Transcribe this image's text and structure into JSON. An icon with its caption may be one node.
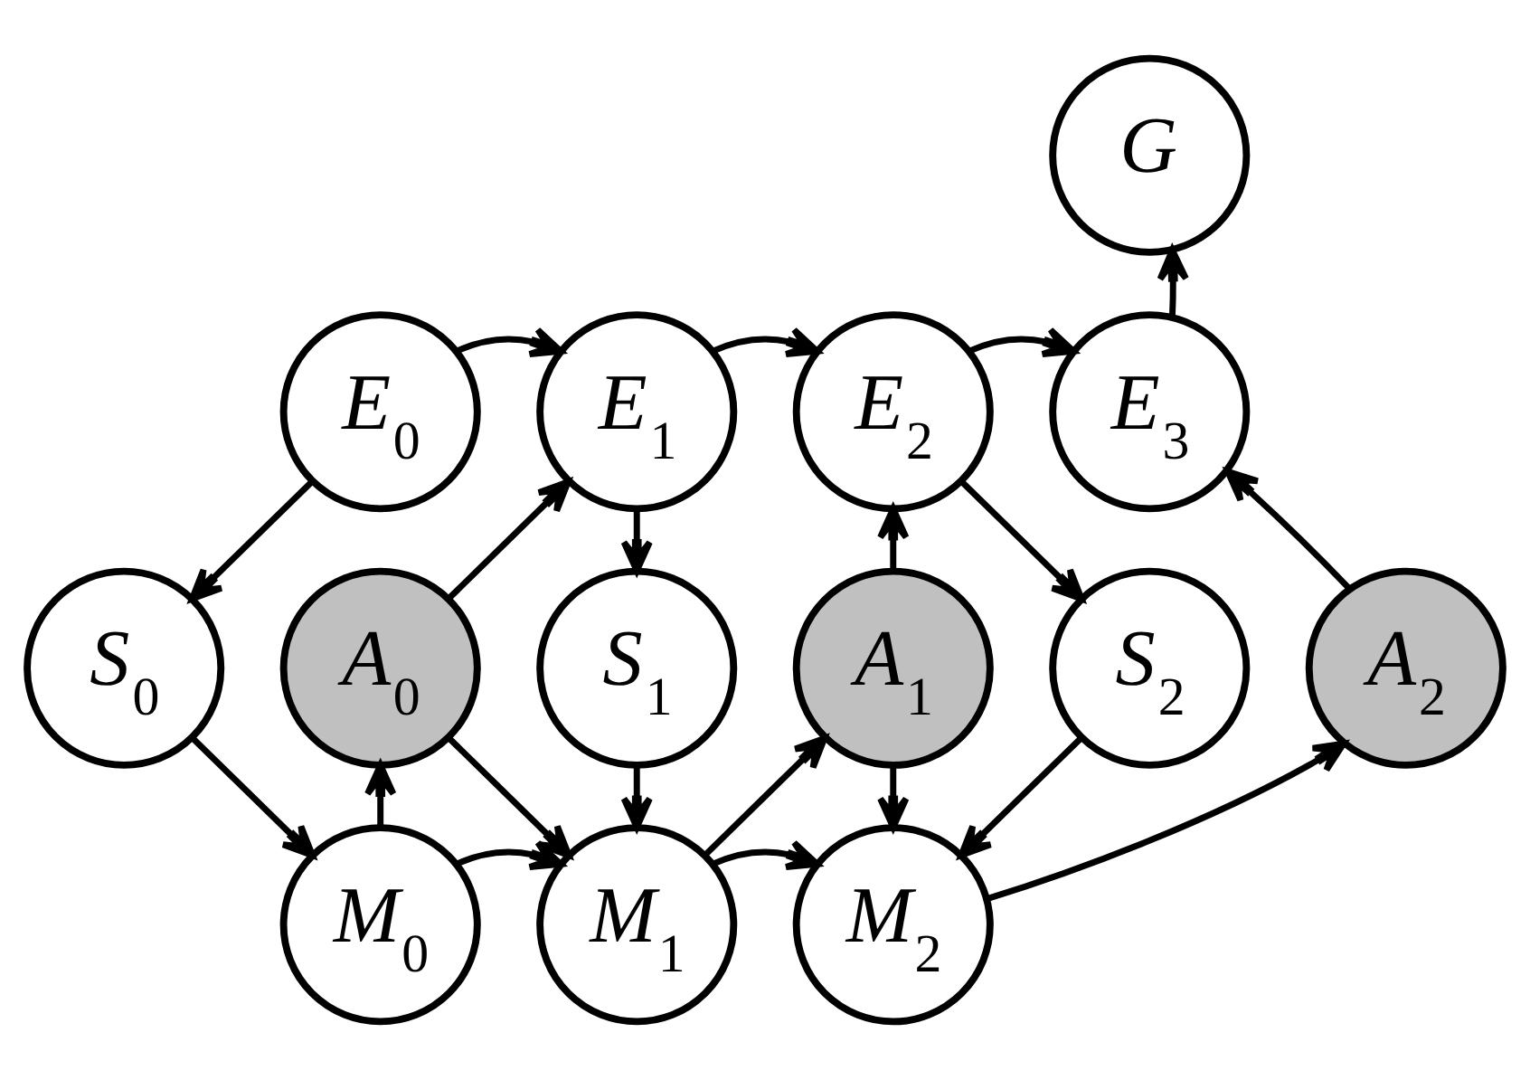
{
  "diagram": {
    "nodes": [
      {
        "text": [
          "G"
        ]
      },
      {
        "text": [
          "E$_{0}$"
        ]
      },
      {
        "text": [
          "E$_{1}$"
        ]
      },
      {
        "text": [
          "E$_{2}$"
        ]
      },
      {
        "text": [
          "E$_{3}$"
        ]
      },
      {
        "text": [
          "S$_{0}$"
        ]
      },
      {
        "text": [
          "A$_{0}$"
        ]
      },
      {
        "text": [
          "S$_{1}$"
        ]
      },
      {
        "text": [
          "A$_{1}$"
        ]
      },
      {
        "text": [
          "S$_{2}$"
        ]
      },
      {
        "text": [
          "A$_{2}$"
        ]
      },
      {
        "text": [
          "M$_{0}$"
        ]
      },
      {
        "text": [
          "M$_{1}$"
        ]
      },
      {
        "text": [
          "M$_{2}$"
        ]
      }
    ],
    "edges": [
      {
        "from": 1,
        "to": 2,
        "arrow": "to"
      },
      {
        "from": 2,
        "to": 3,
        "arrow": "to"
      },
      {
        "from": 3,
        "to": 4,
        "arrow": "to"
      },
      {
        "from": 4,
        "to": 0,
        "arrow": "to"
      },
      {
        "from": 1,
        "to": 5,
        "arrow": "to"
      },
      {
        "from": 5,
        "to": 11,
        "arrow": "to"
      },
      {
        "from": 11,
        "to": 6,
        "arrow": "to"
      },
      {
        "from": 6,
        "to": 2,
        "arrow": "to"
      },
      {
        "from": 6,
        "to": 12,
        "arrow": "to"
      },
      {
        "from": 2,
        "to": 7,
        "arrow": "to"
      },
      {
        "from": 7,
        "to": 12,
        "arrow": "to"
      },
      {
        "from": 12,
        "to": 8,
        "arrow": "to"
      },
      {
        "from": 8,
        "to": 3,
        "arrow": "to"
      },
      {
        "from": 8,
        "to": 13,
        "arrow": "to"
      },
      {
        "from": 3,
        "to": 9,
        "arrow": "to"
      },
      {
        "from": 9,
        "to": 13,
        "arrow": "to"
      },
      {
        "from": 13,
        "to": 10,
        "arrow": "to"
      },
      {
        "from": 10,
        "to": 4,
        "arrow": "to"
      },
      {
        "from": 11,
        "to": 12,
        "arrow": "to"
      },
      {
        "from": 12,
        "to": 13,
        "arrow": "to"
      }
    ]
  }
}
